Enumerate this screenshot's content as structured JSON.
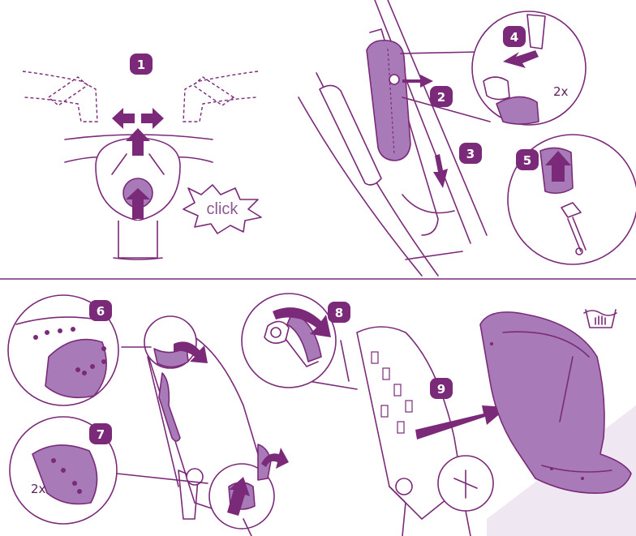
{
  "colors": {
    "accent": "#7a2a78",
    "fill": "#a87bb8",
    "background": "#ffffff"
  },
  "steps": {
    "s1": "1",
    "s2": "2",
    "s3": "3",
    "s4": "4",
    "s5": "5",
    "s6": "6",
    "s7": "7",
    "s8": "8",
    "s9": "9"
  },
  "labels": {
    "click": "click",
    "times_step4": "2x",
    "times_step7": "2x"
  },
  "icons": {
    "wash": "hand-wash-icon"
  }
}
